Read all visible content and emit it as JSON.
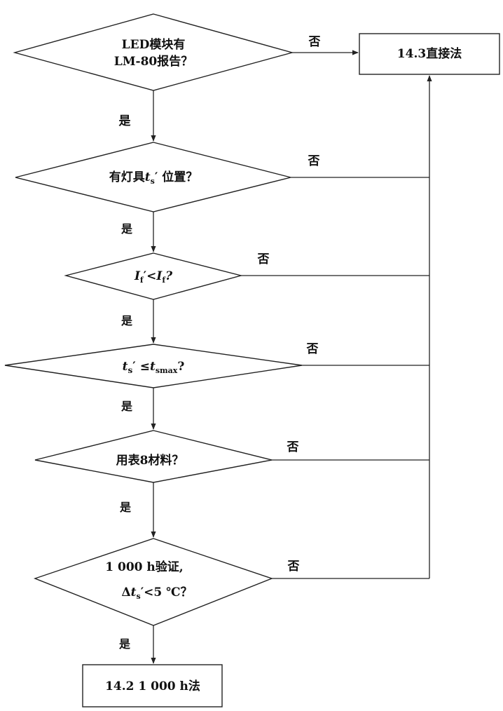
{
  "nodes": {
    "d1": {
      "line1": "LED模块有",
      "line2": "LM-80报告？"
    },
    "d2": {
      "pre": "有灯具",
      "t": "t",
      "sub": "s",
      "post": "′ 位置？"
    },
    "d3": {
      "I1": "I",
      "sub1": "f",
      "mid": "′<",
      "I2": "I",
      "sub2": "f",
      "post": "?"
    },
    "d4": {
      "t1": "t",
      "sub1": "s",
      "mid": "′ ≤",
      "t2": "t",
      "sub2": "smax",
      "post": "?"
    },
    "d5": {
      "text": "用表8材料？"
    },
    "d6": {
      "line1": "1 000 h验证,",
      "delta": "Δ",
      "t": "t",
      "sub": "s",
      "post": "′<5 ℃？"
    },
    "r_direct": {
      "text": "14.3直接法"
    },
    "r_1000h": {
      "text": "14.2 1 000 h法"
    }
  },
  "labels": {
    "yes": "是",
    "no": "否"
  }
}
